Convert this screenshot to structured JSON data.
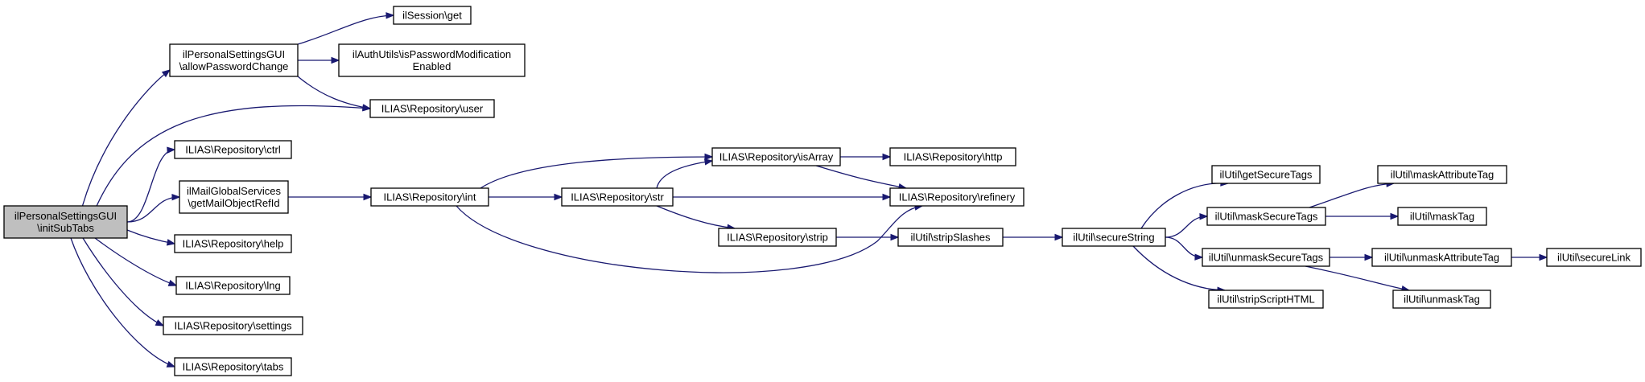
{
  "nodes": {
    "root": {
      "lines": [
        "ilPersonalSettingsGUI",
        "\\initSubTabs"
      ]
    },
    "allowPwd": {
      "lines": [
        "ilPersonalSettingsGUI",
        "\\allowPasswordChange"
      ]
    },
    "sessionGet": {
      "lines": [
        "ilSession\\get"
      ]
    },
    "authUtils": {
      "lines": [
        "ilAuthUtils\\isPasswordModification",
        "Enabled"
      ]
    },
    "user": {
      "lines": [
        "ILIAS\\Repository\\user"
      ]
    },
    "ctrl": {
      "lines": [
        "ILIAS\\Repository\\ctrl"
      ]
    },
    "mailGlobal": {
      "lines": [
        "ilMailGlobalServices",
        "\\getMailObjectRefId"
      ]
    },
    "int": {
      "lines": [
        "ILIAS\\Repository\\int"
      ]
    },
    "isArray": {
      "lines": [
        "ILIAS\\Repository\\isArray"
      ]
    },
    "http": {
      "lines": [
        "ILIAS\\Repository\\http"
      ]
    },
    "str": {
      "lines": [
        "ILIAS\\Repository\\str"
      ]
    },
    "refinery": {
      "lines": [
        "ILIAS\\Repository\\refinery"
      ]
    },
    "strip": {
      "lines": [
        "ILIAS\\Repository\\strip"
      ]
    },
    "stripSlashes": {
      "lines": [
        "ilUtil\\stripSlashes"
      ]
    },
    "secureString": {
      "lines": [
        "ilUtil\\secureString"
      ]
    },
    "getSecureTags": {
      "lines": [
        "ilUtil\\getSecureTags"
      ]
    },
    "maskSecureTags": {
      "lines": [
        "ilUtil\\maskSecureTags"
      ]
    },
    "maskAttributeTag": {
      "lines": [
        "ilUtil\\maskAttributeTag"
      ]
    },
    "maskTag": {
      "lines": [
        "ilUtil\\maskTag"
      ]
    },
    "unmaskSecureTags": {
      "lines": [
        "ilUtil\\unmaskSecureTags"
      ]
    },
    "unmaskAttributeTag": {
      "lines": [
        "ilUtil\\unmaskAttributeTag"
      ]
    },
    "secureLink": {
      "lines": [
        "ilUtil\\secureLink"
      ]
    },
    "unmaskTag": {
      "lines": [
        "ilUtil\\unmaskTag"
      ]
    },
    "stripScriptHTML": {
      "lines": [
        "ilUtil\\stripScriptHTML"
      ]
    },
    "help": {
      "lines": [
        "ILIAS\\Repository\\help"
      ]
    },
    "lng": {
      "lines": [
        "ILIAS\\Repository\\lng"
      ]
    },
    "settings": {
      "lines": [
        "ILIAS\\Repository\\settings"
      ]
    },
    "tabs": {
      "lines": [
        "ILIAS\\Repository\\tabs"
      ]
    }
  },
  "edges": [
    [
      "root",
      "allowPwd"
    ],
    [
      "root",
      "user"
    ],
    [
      "root",
      "ctrl"
    ],
    [
      "root",
      "mailGlobal"
    ],
    [
      "root",
      "help"
    ],
    [
      "root",
      "lng"
    ],
    [
      "root",
      "settings"
    ],
    [
      "root",
      "tabs"
    ],
    [
      "allowPwd",
      "sessionGet"
    ],
    [
      "allowPwd",
      "authUtils"
    ],
    [
      "allowPwd",
      "user"
    ],
    [
      "mailGlobal",
      "int"
    ],
    [
      "int",
      "isArray"
    ],
    [
      "int",
      "str"
    ],
    [
      "int",
      "refinery"
    ],
    [
      "str",
      "isArray"
    ],
    [
      "str",
      "refinery"
    ],
    [
      "str",
      "strip"
    ],
    [
      "isArray",
      "http"
    ],
    [
      "isArray",
      "refinery"
    ],
    [
      "strip",
      "stripSlashes"
    ],
    [
      "stripSlashes",
      "secureString"
    ],
    [
      "secureString",
      "getSecureTags"
    ],
    [
      "secureString",
      "maskSecureTags"
    ],
    [
      "secureString",
      "unmaskSecureTags"
    ],
    [
      "secureString",
      "stripScriptHTML"
    ],
    [
      "maskSecureTags",
      "maskAttributeTag"
    ],
    [
      "maskSecureTags",
      "maskTag"
    ],
    [
      "unmaskSecureTags",
      "unmaskAttributeTag"
    ],
    [
      "unmaskSecureTags",
      "unmaskTag"
    ],
    [
      "unmaskAttributeTag",
      "secureLink"
    ]
  ]
}
